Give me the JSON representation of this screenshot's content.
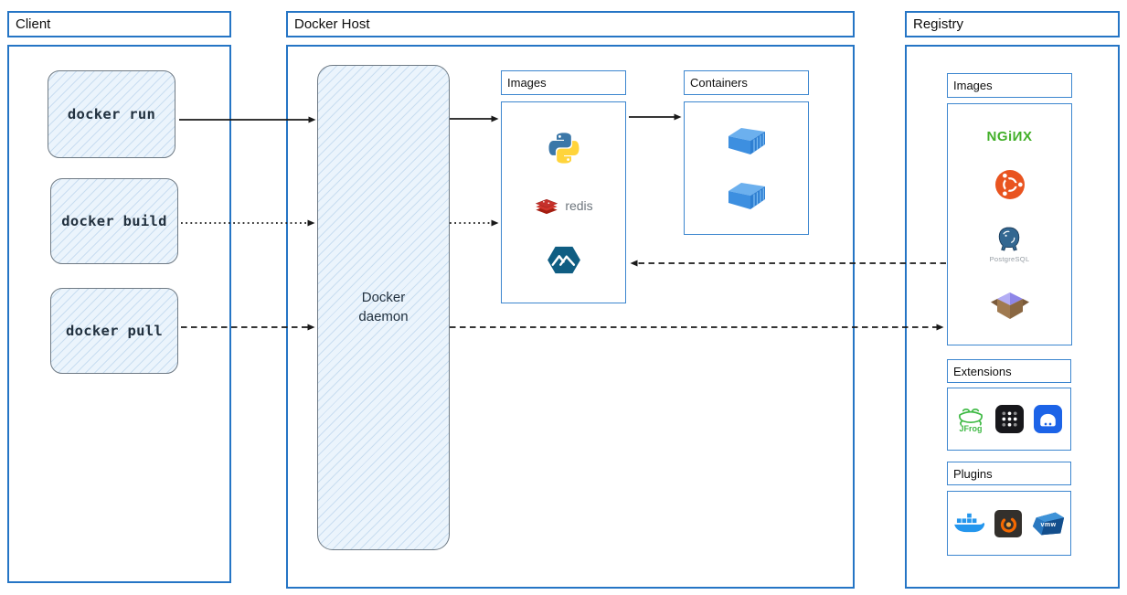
{
  "client": {
    "title": "Client",
    "commands": [
      {
        "label": "docker run",
        "arrow_style": "solid"
      },
      {
        "label": "docker build",
        "arrow_style": "dotted"
      },
      {
        "label": "docker pull",
        "arrow_style": "dashed"
      }
    ]
  },
  "docker_host": {
    "title": "Docker Host",
    "daemon_label": "Docker daemon",
    "images": {
      "title": "Images",
      "icons": [
        "python-icon",
        "redis-icon",
        "alpine-icon"
      ],
      "redis_label": "redis"
    },
    "containers": {
      "title": "Containers",
      "icons": [
        "container-icon",
        "container-icon"
      ]
    }
  },
  "registry": {
    "title": "Registry",
    "images": {
      "title": "Images",
      "icons": [
        "nginx-icon",
        "ubuntu-icon",
        "postgresql-icon",
        "busybox-icon"
      ],
      "nginx_label": "NGiИX",
      "postgresql_label": "PostgreSQL"
    },
    "extensions": {
      "title": "Extensions",
      "icons": [
        "jfrog-icon",
        "app-grid-icon",
        "disk-drive-icon"
      ],
      "jfrog_label": "JFrog"
    },
    "plugins": {
      "title": "Plugins",
      "icons": [
        "docker-whale-icon",
        "grafana-icon",
        "vmware-icon"
      ],
      "vmware_label": "vmw"
    }
  },
  "arrows": [
    {
      "name": "docker-run-to-daemon",
      "style": "solid"
    },
    {
      "name": "daemon-to-host-images",
      "style": "solid"
    },
    {
      "name": "host-images-to-containers",
      "style": "solid"
    },
    {
      "name": "docker-build-to-daemon",
      "style": "dotted"
    },
    {
      "name": "daemon-to-host-images-2",
      "style": "dotted"
    },
    {
      "name": "docker-pull-to-daemon",
      "style": "dashed"
    },
    {
      "name": "daemon-to-registry",
      "style": "dashed"
    },
    {
      "name": "registry-to-host-images",
      "style": "dashed"
    }
  ],
  "colors": {
    "frame_border": "#2575c5",
    "inner_border": "#3c86cf",
    "sketch_fill": "#ebf4fc",
    "sketch_border": "#6f7a84",
    "arrow": "#1a1a1a",
    "nginx_green": "#43b02a",
    "ubuntu_orange": "#e95420",
    "redis_red": "#c6302b",
    "python_blue": "#3b77a8",
    "python_yellow": "#ffd43b",
    "alpine_teal": "#0f5d82",
    "container_blue": "#3d8fe0",
    "docker_blue": "#2496ed",
    "grafana_orange": "#f46800"
  }
}
